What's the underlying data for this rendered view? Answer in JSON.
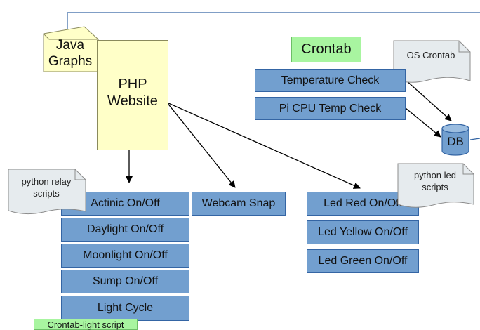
{
  "java_graphs": "Java\nGraphs",
  "php_website": "PHP\nWebsite",
  "crontab": "Crontab",
  "os_crontab": "OS Crontab",
  "db": "DB",
  "crontab_tasks": [
    "Temperature Check",
    "Pi CPU Temp Check"
  ],
  "python_relay_scripts": "python relay\nscripts",
  "python_led_scripts": "python led\nscripts",
  "relay_controls": [
    "Actinic On/Off",
    "Daylight On/Off",
    "Moonlight On/Off",
    "Sump On/Off",
    "Light Cycle"
  ],
  "webcam_snap": "Webcam Snap",
  "led_controls": [
    "Led Red On/Off",
    "Led Yellow On/Off",
    "Led Green On/Off"
  ],
  "crontab_light_script": "Crontab-light script",
  "colors": {
    "button_blue": "#729fcf",
    "button_border": "#3465a4",
    "note_fill": "#e6ebee",
    "php_fill": "#ffffc8",
    "crontab_fill": "#a8f5a0"
  }
}
